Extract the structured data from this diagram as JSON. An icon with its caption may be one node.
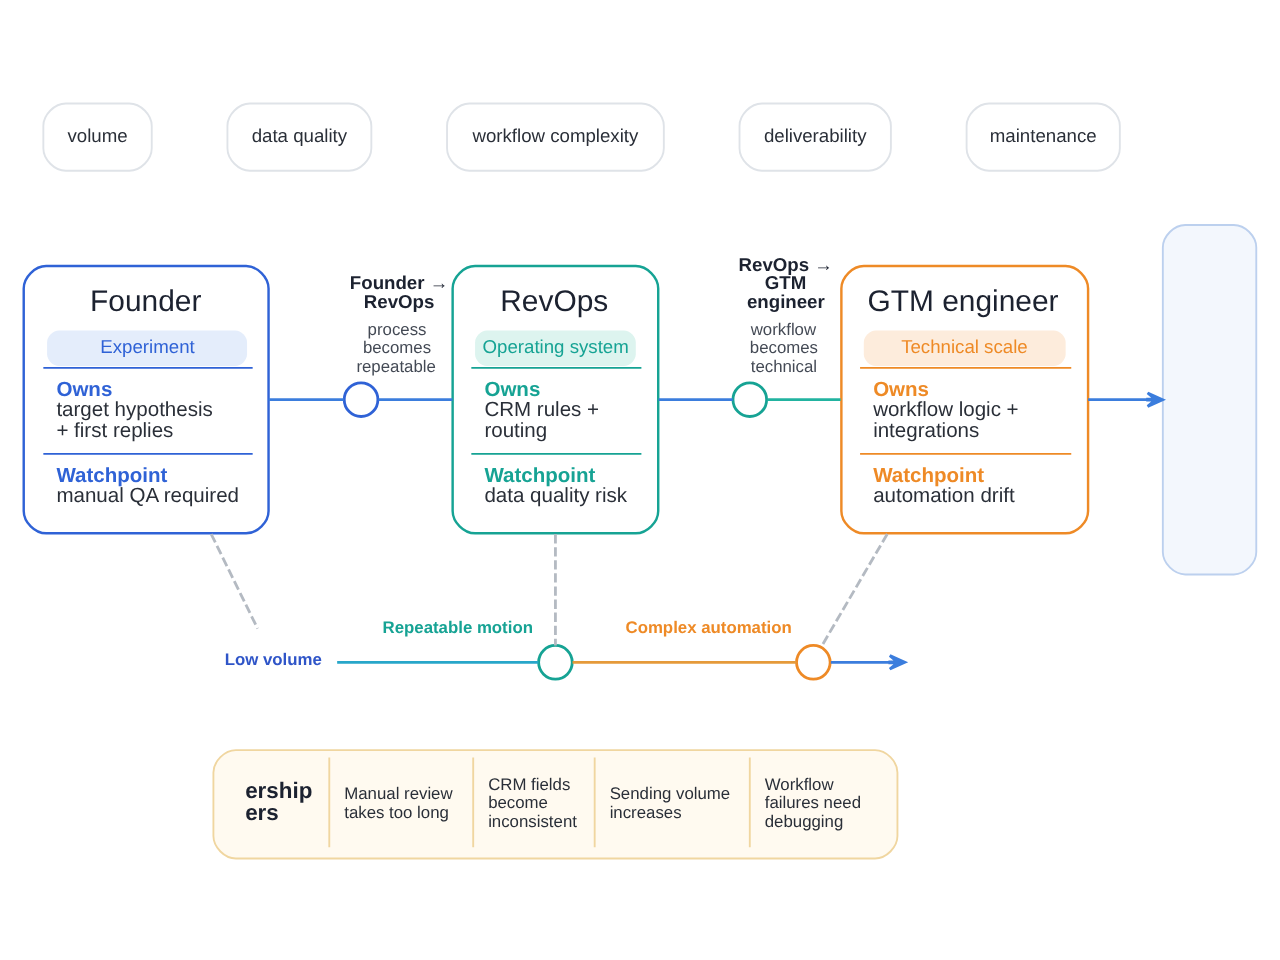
{
  "diagram": {
    "nodes": [
      {
        "text": [
          "volume"
        ]
      },
      {
        "text": [
          "data quality"
        ]
      },
      {
        "text": [
          "workflow complexity"
        ]
      },
      {
        "text": [
          "deliverability"
        ]
      },
      {
        "text": [
          "maintenance"
        ]
      },
      {
        "text": [
          "Founder",
          "Experiment",
          "Owns",
          "target hypothesis + first replies",
          "Watchpoint",
          "manual QA required"
        ]
      },
      {
        "text": [],
        "shape": "circle",
        "beside": [
          "Founder → RevOps",
          "process becomes repeatable"
        ]
      },
      {
        "text": [
          "RevOps",
          "Operating system",
          "Owns",
          "CRM rules + routing",
          "Watchpoint",
          "data quality risk"
        ]
      },
      {
        "text": [],
        "shape": "circle",
        "beside": [
          "RevOps → GTM engineer",
          "workflow becomes technical"
        ]
      },
      {
        "text": [
          "GTM engineer",
          "Technical scale",
          "Owns",
          "workflow logic + integrations",
          "Watchpoint",
          "automation drift"
        ]
      },
      {
        "text": [],
        "shape": "box"
      },
      {
        "text": [
          "Low volume"
        ]
      },
      {
        "text": [],
        "shape": "circle",
        "beside": [
          "Repeatable motion"
        ]
      },
      {
        "text": [],
        "shape": "circle",
        "beside": [
          "Complex automation"
        ]
      },
      {
        "text": [
          "ership ers",
          "Manual review takes too long",
          "CRM fields become inconsistent",
          "Sending volume increases",
          "Workflow failures need debugging"
        ]
      }
    ],
    "edges": [
      {
        "from": 5,
        "to": 6,
        "arrow": "none"
      },
      {
        "from": 6,
        "to": 7,
        "arrow": "none"
      },
      {
        "from": 7,
        "to": 8,
        "arrow": "none"
      },
      {
        "from": 8,
        "to": 9,
        "arrow": "none",
        "color": "#22b3a0"
      },
      {
        "from": 9,
        "to": 10,
        "arrow": "to"
      },
      {
        "from": 5,
        "to": 11,
        "arrow": "none",
        "style": "dashed",
        "color": "#b4bac2"
      },
      {
        "from": 7,
        "to": 12,
        "arrow": "none",
        "style": "dashed",
        "color": "#b4bac2"
      },
      {
        "from": 9,
        "to": 13,
        "arrow": "none",
        "style": "dashed",
        "color": "#b4bac2"
      },
      {
        "from": 11,
        "to": 12,
        "arrow": "none",
        "color": "#27a6c9"
      },
      {
        "from": 12,
        "to": 13,
        "arrow": "none",
        "color": "#e59a3a"
      },
      {
        "from": 13,
        "to": null,
        "arrow": "to"
      }
    ]
  }
}
